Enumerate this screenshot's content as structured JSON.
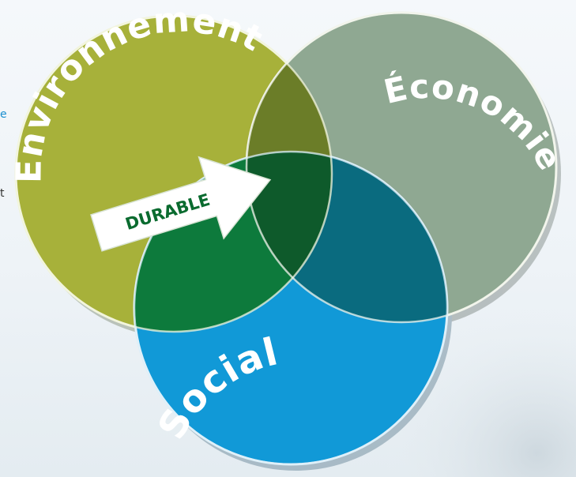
{
  "diagram": {
    "circles": [
      {
        "id": "environnement",
        "label": "Environnement",
        "color": "#a7b13a"
      },
      {
        "id": "economie",
        "label": "Économie",
        "color": "#8fa892"
      },
      {
        "id": "social",
        "label": "Social",
        "color": "#1199d7"
      }
    ],
    "overlap_colors": {
      "environnement_economie": "#6b7d28",
      "environnement_social": "#0d7a3c",
      "economie_social": "#0a6b7f",
      "center": "#0e5a2b"
    },
    "arrow": {
      "label": "DURABLE",
      "label_color": "#0a6b2f",
      "fill": "#ffffff"
    }
  },
  "page_edge": {
    "left_glyphs": [
      "e",
      "t"
    ],
    "left_glyph_colors": [
      "#1a8fd0",
      "#333333"
    ]
  }
}
